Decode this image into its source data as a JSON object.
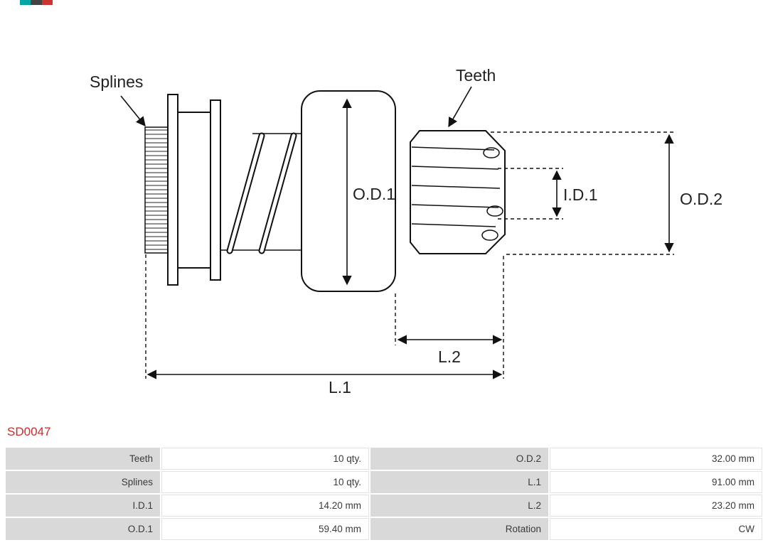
{
  "part_number": "SD0047",
  "diagram": {
    "labels": {
      "splines": "Splines",
      "teeth": "Teeth",
      "od1": "O.D.1",
      "id1": "I.D.1",
      "od2": "O.D.2",
      "l1": "L.1",
      "l2": "L.2"
    }
  },
  "table": {
    "rows": [
      [
        "Teeth",
        "10 qty.",
        "O.D.2",
        "32.00 mm"
      ],
      [
        "Splines",
        "10 qty.",
        "L.1",
        "91.00 mm"
      ],
      [
        "I.D.1",
        "14.20 mm",
        "L.2",
        "23.20 mm"
      ],
      [
        "O.D.1",
        "59.40 mm",
        "Rotation",
        "CW"
      ]
    ]
  },
  "colors": {
    "part_number_red": "#cc2b2b",
    "table_label_bg": "#d9d9d9",
    "line_color": "#111111"
  }
}
